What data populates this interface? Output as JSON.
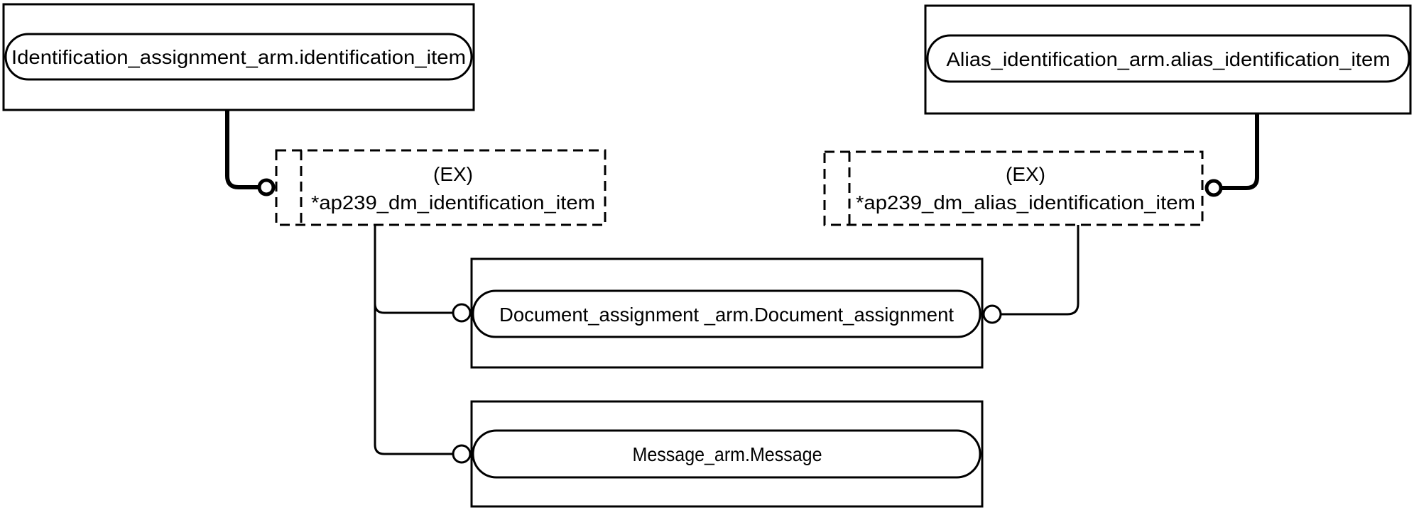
{
  "diagram": {
    "title": "ARM entity / select type relationship diagram",
    "entities": {
      "identification_item": {
        "label": "Identification_assignment_arm.identification_item"
      },
      "alias_identification_item": {
        "label": "Alias_identification_arm.alias_identification_item"
      },
      "document_assignment": {
        "label": "Document_assignment _arm.Document_assignment"
      },
      "message": {
        "label": "Message_arm.Message"
      }
    },
    "select_types": {
      "dm_identification_item": {
        "tag": "(EX)",
        "label": "*ap239_dm_identification_item"
      },
      "dm_alias_identification_item": {
        "tag": "(EX)",
        "label": "*ap239_dm_alias_identification_item"
      }
    },
    "relationships": [
      {
        "from": "dm_identification_item",
        "to": "identification_item",
        "kind": "extends (thick)"
      },
      {
        "from": "dm_alias_identification_item",
        "to": "alias_identification_item",
        "kind": "extends (thick)"
      },
      {
        "from": "dm_identification_item",
        "to": "document_assignment",
        "kind": "select member"
      },
      {
        "from": "dm_identification_item",
        "to": "message",
        "kind": "select member"
      },
      {
        "from": "dm_alias_identification_item",
        "to": "document_assignment",
        "kind": "select member"
      }
    ]
  }
}
